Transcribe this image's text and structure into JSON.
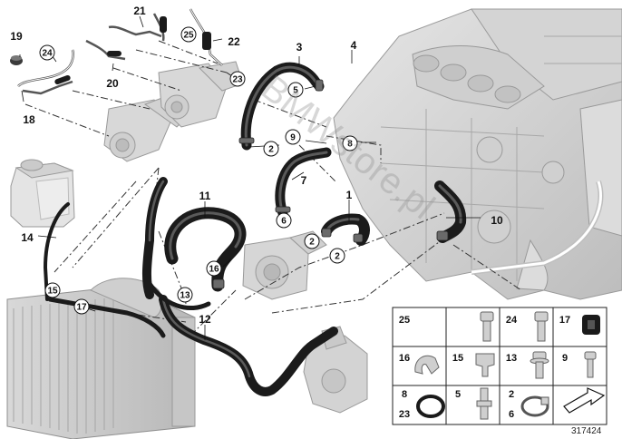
{
  "diagram": {
    "catalog_number": "317424",
    "watermark": "BMWstore.pl",
    "callouts": [
      {
        "num": "1",
        "circled": false
      },
      {
        "num": "2",
        "circled": true
      },
      {
        "num": "3",
        "circled": false
      },
      {
        "num": "4",
        "circled": false
      },
      {
        "num": "5",
        "circled": true
      },
      {
        "num": "6",
        "circled": true
      },
      {
        "num": "7",
        "circled": false
      },
      {
        "num": "8",
        "circled": true
      },
      {
        "num": "9",
        "circled": true
      },
      {
        "num": "10",
        "circled": false
      },
      {
        "num": "11",
        "circled": false
      },
      {
        "num": "12",
        "circled": false
      },
      {
        "num": "13",
        "circled": true
      },
      {
        "num": "14",
        "circled": false
      },
      {
        "num": "15",
        "circled": true
      },
      {
        "num": "16",
        "circled": true
      },
      {
        "num": "17",
        "circled": true
      },
      {
        "num": "18",
        "circled": false
      },
      {
        "num": "19",
        "circled": false
      },
      {
        "num": "20",
        "circled": false
      },
      {
        "num": "21",
        "circled": false
      },
      {
        "num": "22",
        "circled": false
      },
      {
        "num": "23",
        "circled": true
      },
      {
        "num": "24",
        "circled": true
      },
      {
        "num": "25",
        "circled": true
      }
    ],
    "parts_legend": [
      {
        "label": "25",
        "icon": "bolt-icon"
      },
      {
        "label": "24",
        "icon": "bolt-icon"
      },
      {
        "label": "17",
        "icon": "rubber-mount-icon"
      },
      {
        "label": "16",
        "icon": "hose-clip-icon"
      },
      {
        "label": "15",
        "icon": "clamp-icon"
      },
      {
        "label": "13",
        "icon": "flange-bolt-icon"
      },
      {
        "label": "9",
        "icon": "bolt-icon"
      },
      {
        "label": "8",
        "label2": "23",
        "icon": "o-ring-icon"
      },
      {
        "label": "5",
        "icon": "stud-bolt-icon"
      },
      {
        "label": "2",
        "label2": "6",
        "icon": "hose-clamp-icon"
      },
      {
        "label": "",
        "icon": "arrow-icon"
      }
    ]
  }
}
